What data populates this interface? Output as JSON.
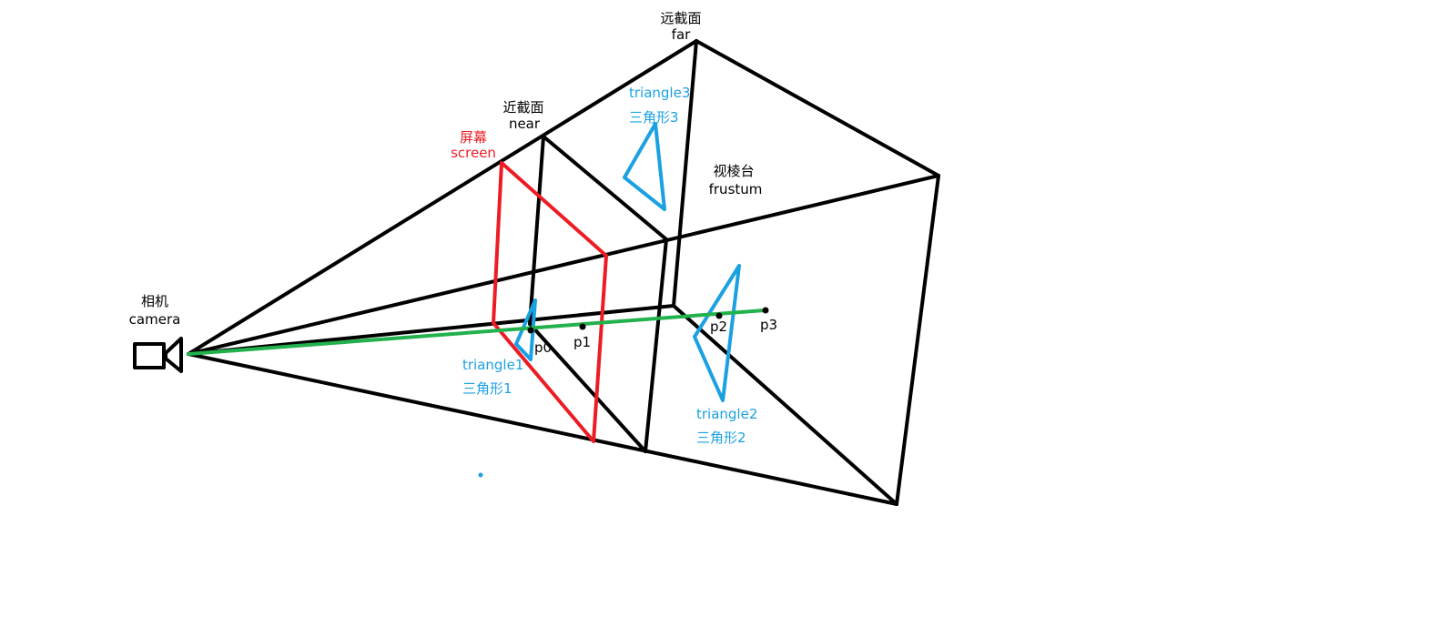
{
  "labels": {
    "far_cn": "远截面",
    "far_en": "far",
    "near_cn": "近截面",
    "near_en": "near",
    "screen_cn": "屏幕",
    "screen_en": "screen",
    "frustum_cn": "视棱台",
    "frustum_en": "frustum",
    "camera_cn": "相机",
    "camera_en": "camera",
    "triangle1_en": "triangle1",
    "triangle1_cn": "三角形1",
    "triangle2_en": "triangle2",
    "triangle2_cn": "三角形2",
    "triangle3_en": "triangle3",
    "triangle3_cn": "三角形3",
    "p0": "p0",
    "p1": "p1",
    "p2": "p2",
    "p3": "p3"
  },
  "colors": {
    "frustum_lines": "#000000",
    "screen": "#ed1c24",
    "triangles": "#1ba1e2",
    "ray": "#22b14c"
  },
  "icons": {
    "camera": "video-camera-icon"
  }
}
